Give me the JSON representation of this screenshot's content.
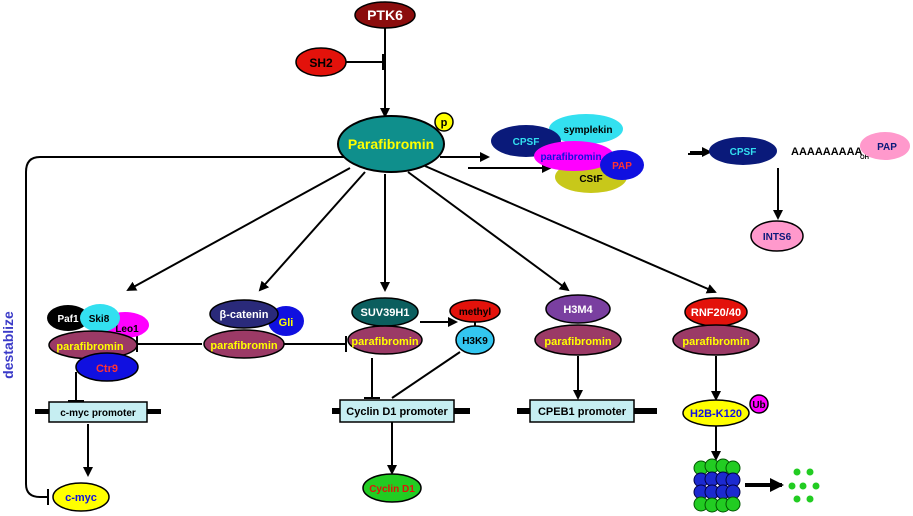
{
  "nodes": {
    "ptk6": "PTK6",
    "sh2": "SH2",
    "parafibromin": "Parafibromin",
    "p_mark": "p",
    "cpsf": "CPSF",
    "symplekin": "symplekin",
    "parafibromin_small": "parafibromin",
    "pap": "PAP",
    "cstf": "CStF",
    "cpsf2": "CPSF",
    "polya": "AAAAAAAAA",
    "oh": "OH",
    "pap2": "PAP",
    "ints6": "INTS6",
    "paf1": "Paf1",
    "ski8": "Ski8",
    "leo1": "Leo1",
    "parafibromin_paf": "parafibromin",
    "ctr9": "Ctr9",
    "beta_catenin": "β-catenin",
    "gli": "Gli",
    "parafibromin_bc": "parafibromin",
    "suv39h1": "SUV39H1",
    "methyl": "methyl",
    "h3k9": "H3K9",
    "parafibromin_suv": "parafibromin",
    "h3m4": "H3M4",
    "parafibromin_h3m4": "parafibromin",
    "rnf2040": "RNF20/40",
    "parafibromin_rnf": "parafibromin",
    "cmyc_promoter": "c-myc promoter",
    "cyclind1_promoter": "Cyclin D1 promoter",
    "cpeb1_promoter": "CPEB1 promoter",
    "h2b_k120": "H2B-K120",
    "ub": "Ub",
    "cmyc": "c-myc",
    "cyclind1": "Cyclin D1",
    "destablize": "destablize"
  },
  "colors": {
    "dark_red": "#8b0d0d",
    "red": "#e3120b",
    "teal": "#0f8f8c",
    "navy": "#0a1a7a",
    "cyan": "#33e0f0",
    "magenta": "#ff00ff",
    "blue": "#1010e0",
    "olive": "#c8c81a",
    "pink": "#ff99cc",
    "maroon_purple": "#9b3a66",
    "green": "#22cc22",
    "yellow": "#ffff00",
    "promoter_fill": "#c6eef2",
    "dark_teal": "#0b5e5e",
    "purple": "#7a3fa0",
    "dark_blue": "#2a2a7a"
  }
}
